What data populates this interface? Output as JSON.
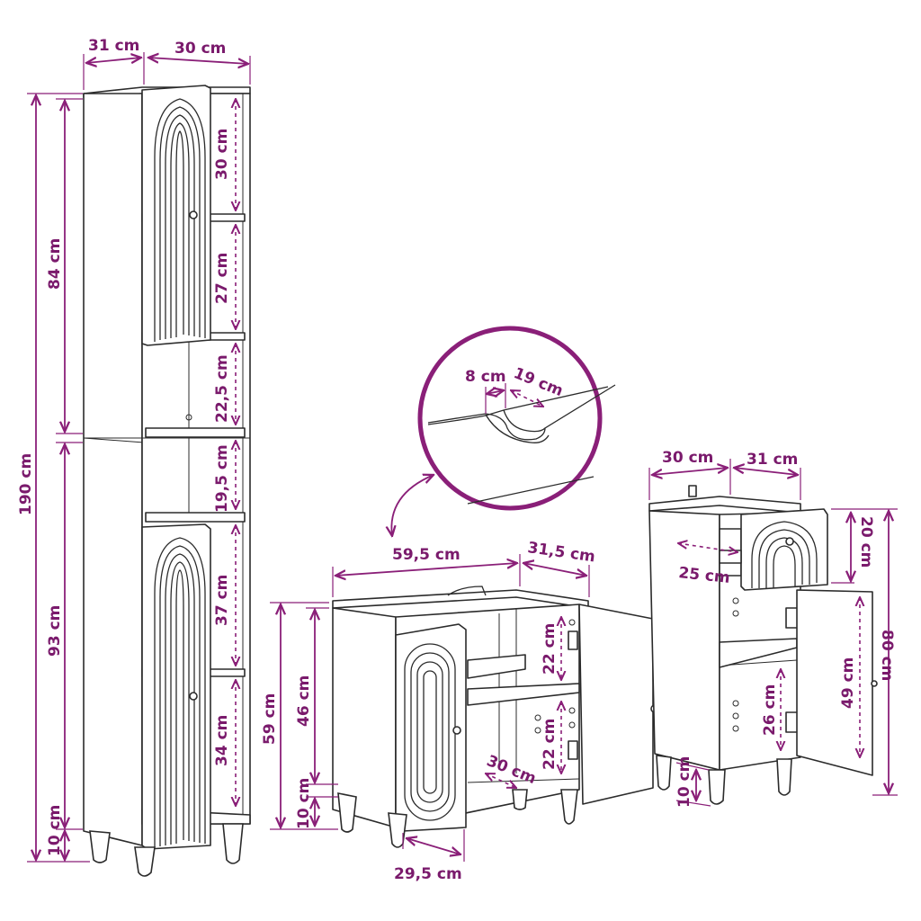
{
  "accent_color": "#8a1f78",
  "tall_cabinet": {
    "depth": "31 cm",
    "width": "30 cm",
    "total_height": "190 cm",
    "upper_height": "84 cm",
    "lower_height": "93 cm",
    "leg_height": "10 cm",
    "shelf_1": "30 cm",
    "shelf_2": "27 cm",
    "shelf_3": "22,5 cm",
    "shelf_4": "19,5 cm",
    "shelf_5": "37 cm",
    "shelf_6": "34 cm"
  },
  "detail": {
    "notch_width": "8 cm",
    "notch_depth": "19 cm"
  },
  "sink_cabinet": {
    "width": "59,5 cm",
    "depth": "31,5 cm",
    "total_height": "59 cm",
    "body_height": "46 cm",
    "leg_height": "10 cm",
    "shelf_upper": "22 cm",
    "shelf_lower": "22 cm",
    "shelf_depth": "30 cm",
    "door_width": "29,5 cm"
  },
  "small_cabinet": {
    "width": "30 cm",
    "depth": "31 cm",
    "total_height": "80 cm",
    "drawer_height": "20 cm",
    "drawer_depth": "25 cm",
    "door_height": "49 cm",
    "shelf_height": "26 cm",
    "leg_height": "10 cm"
  }
}
